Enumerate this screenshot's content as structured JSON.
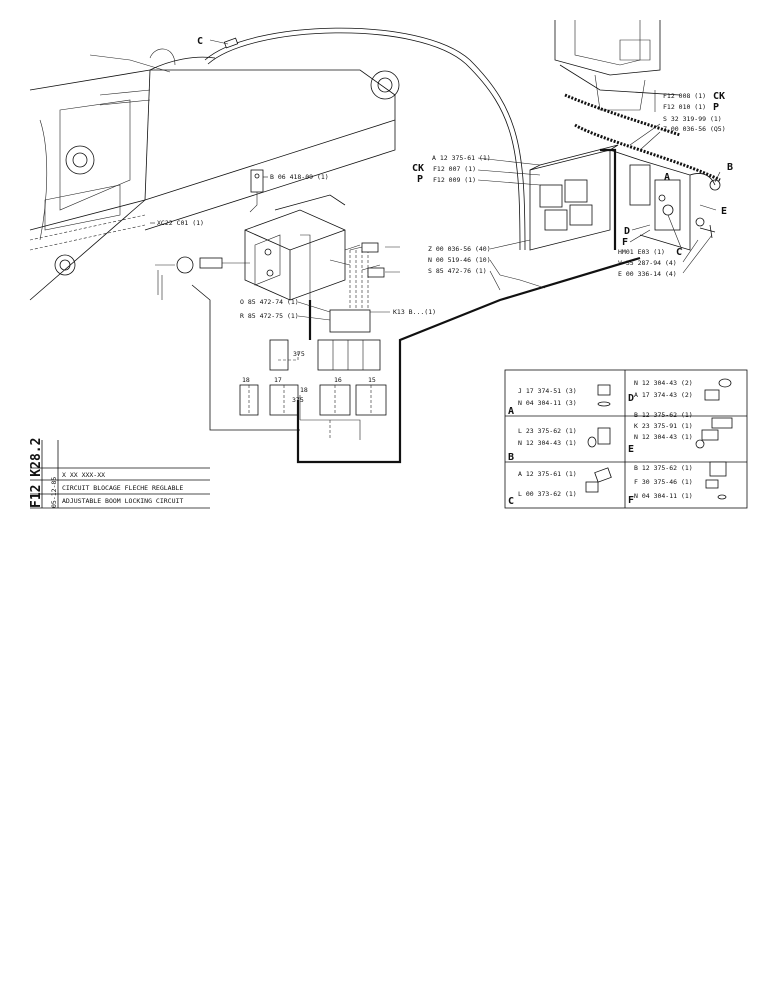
{
  "diagram": {
    "sheet_code": "F12 K28.2",
    "title_block": {
      "part_number": "X XX XXX-XX",
      "title_fr": "CIRCUIT BLOCAGE FLECHE REGLABLE",
      "title_en": "ADJUSTABLE BOOM LOCKING CIRCUIT",
      "date": "05-12-85"
    },
    "callouts": {
      "c_top": "C",
      "b06": "B 06 418-09 (1)",
      "xc22": "XC22 C01 (1)",
      "o85": "O 85 472-74 (1)",
      "r85": "R 85 472-75 (1)",
      "k13": "K13 B...(1)",
      "f12_008": "F12 008 (1)",
      "ck_right": "CK",
      "f12_010": "F12 010 (1)",
      "p_right": "P",
      "s32": "S 32 319-99 (1)",
      "z00_a": "Z 00 036-56 (Q5)",
      "a12_top": "A 12 375-61 (1)",
      "ck_left": "CK",
      "f12_007": "F12 007 (1)",
      "p_left": "P",
      "f12_009": "F12 009 (1)",
      "z00_b": "Z 00 036-56 (40)",
      "n00": "N 00 519-46 (10)",
      "s85": "S 85 472-76 (1)",
      "hm01": "HM01 E03 (1)",
      "v35": "V 35 287-94 (4)",
      "e00": "E 00 336-14 (4)",
      "ref_b": "B",
      "ref_a": "A",
      "ref_e": "E",
      "ref_d": "D",
      "ref_f": "F",
      "ref_c": "C",
      "num_18a": "18",
      "num_17": "17",
      "num_16": "16",
      "num_15": "15",
      "num_18b": "18",
      "num_375a": "375",
      "num_375b": "375"
    },
    "legend": [
      {
        "letter": "A",
        "lines": [
          "J 17 374-51 (3)",
          "N 04 304-11 (3)"
        ]
      },
      {
        "letter": "D",
        "lines": [
          "N 12 304-43 (2)",
          "A 17 374-43 (2)"
        ]
      },
      {
        "letter": "B",
        "lines": [
          "L 23 375-62 (1)",
          "N 12 304-43 (1)"
        ]
      },
      {
        "letter": "E",
        "lines": [
          "B 12 375-62 (1)",
          "K 23 375-91 (1)",
          "N 12 304-43 (1)"
        ]
      },
      {
        "letter": "C",
        "lines": [
          "A 12 375-61 (1)",
          "L 00 373-62 (1)"
        ]
      },
      {
        "letter": "F",
        "lines": [
          "B 12 375-62 (1)",
          "F 30 375-46 (1)",
          "N 04 304-11 (1)"
        ]
      }
    ]
  }
}
